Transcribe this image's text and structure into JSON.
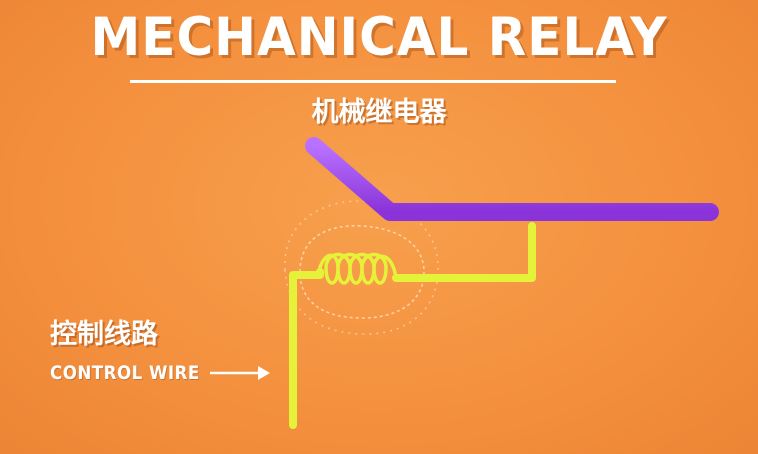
{
  "title": "MECHANICAL RELAY",
  "subtitle_cn": "机械继电器",
  "control_label_cn": "控制线路",
  "control_label_en": "CONTROL WIRE",
  "colors": {
    "background": "#f4913f",
    "wire_yellow": "#e6f23a",
    "armature_purple": "#a24bf0",
    "text": "#ffffff"
  }
}
